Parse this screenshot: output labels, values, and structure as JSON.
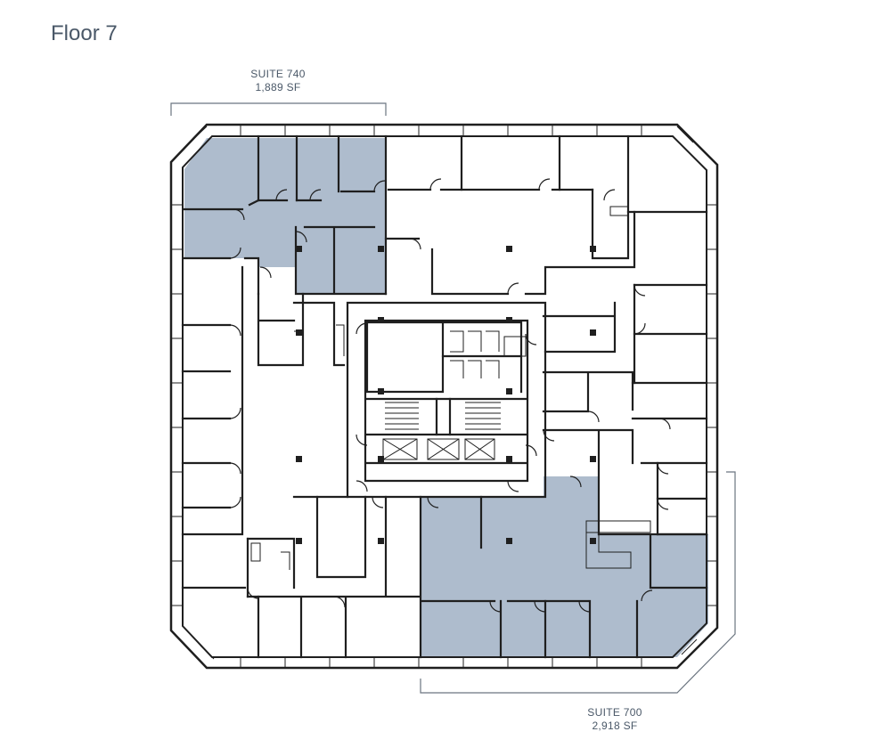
{
  "title": "Floor 7",
  "suites": [
    {
      "name": "SUITE 740",
      "area": "1,889 SF"
    },
    {
      "name": "SUITE 700",
      "area": "2,918 SF"
    }
  ],
  "colors": {
    "suite_fill": "#aebccd",
    "wall": "#1f1f1f",
    "text": "#4a5868",
    "bracket": "#6b7580"
  }
}
